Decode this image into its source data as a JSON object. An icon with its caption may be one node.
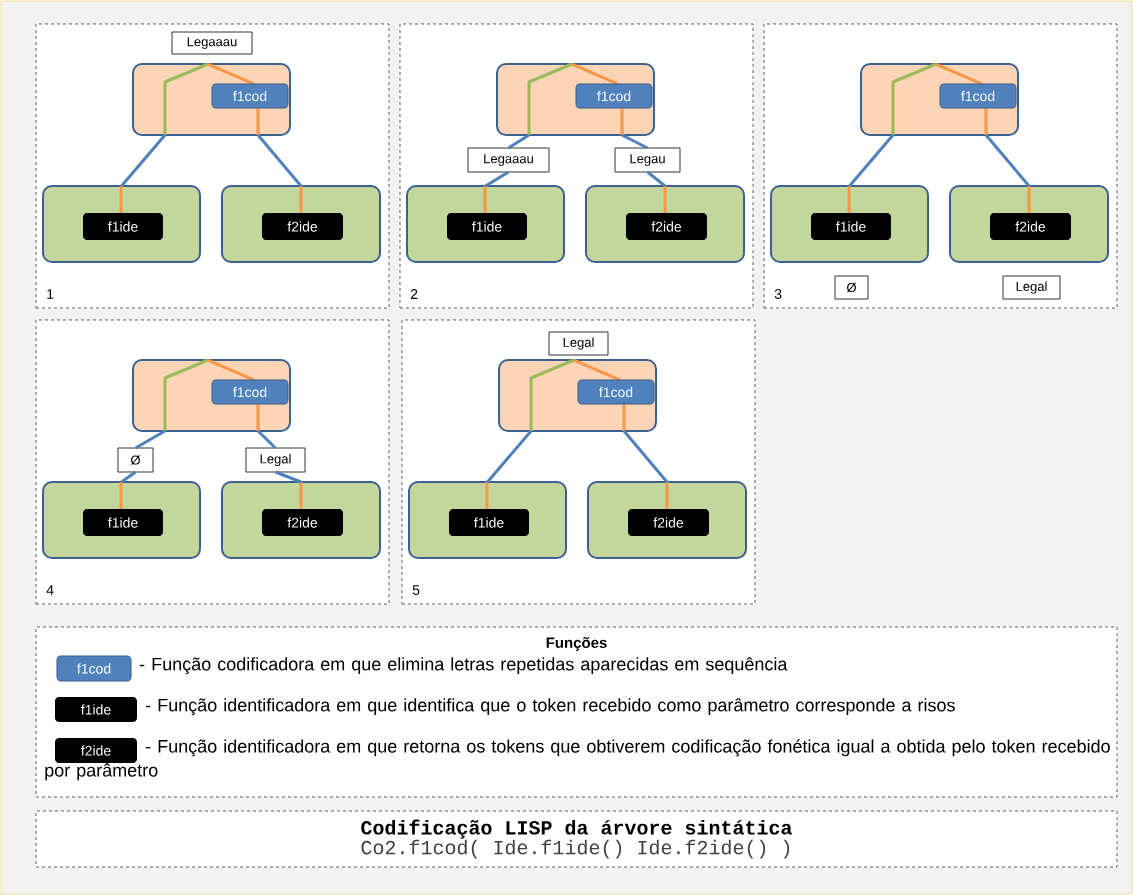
{
  "diagram": {
    "nodes": [
      {
        "text": [
          "1"
        ]
      },
      {
        "text": [
          "Legaaau"
        ],
        "in": 0
      },
      {
        "text": [],
        "shape": "box",
        "in": 0
      },
      {
        "text": [
          "f1cod"
        ],
        "in": 2
      },
      {
        "text": [],
        "shape": "box",
        "in": 0
      },
      {
        "text": [
          "f1ide"
        ],
        "in": 4
      },
      {
        "text": [],
        "shape": "box",
        "in": 0
      },
      {
        "text": [
          "f2ide"
        ],
        "in": 6
      },
      {
        "text": [
          "2"
        ]
      },
      {
        "text": [],
        "shape": "box",
        "in": 8
      },
      {
        "text": [
          "f1cod"
        ],
        "in": 9
      },
      {
        "text": [
          "Legaaau"
        ],
        "in": 8
      },
      {
        "text": [
          "Legau"
        ],
        "in": 8
      },
      {
        "text": [],
        "shape": "box",
        "in": 8
      },
      {
        "text": [
          "f1ide"
        ],
        "in": 13
      },
      {
        "text": [],
        "shape": "box",
        "in": 8
      },
      {
        "text": [
          "f2ide"
        ],
        "in": 15
      },
      {
        "text": [
          "3"
        ]
      },
      {
        "text": [],
        "shape": "box",
        "in": 17
      },
      {
        "text": [
          "f1cod"
        ],
        "in": 18
      },
      {
        "text": [],
        "shape": "box",
        "in": 17
      },
      {
        "text": [
          "f1ide"
        ],
        "in": 20
      },
      {
        "text": [],
        "shape": "box",
        "in": 17
      },
      {
        "text": [
          "f2ide"
        ],
        "in": 22
      },
      {
        "text": [
          "Ø"
        ],
        "in": 17
      },
      {
        "text": [
          "Legal"
        ],
        "in": 17
      },
      {
        "text": [
          "4"
        ]
      },
      {
        "text": [],
        "shape": "box",
        "in": 26
      },
      {
        "text": [
          "f1cod"
        ],
        "in": 27
      },
      {
        "text": [
          "Ø"
        ],
        "in": 26
      },
      {
        "text": [
          "Legal"
        ],
        "in": 26
      },
      {
        "text": [],
        "shape": "box",
        "in": 26
      },
      {
        "text": [
          "f1ide"
        ],
        "in": 31
      },
      {
        "text": [],
        "shape": "box",
        "in": 26
      },
      {
        "text": [
          "f2ide"
        ],
        "in": 33
      },
      {
        "text": [
          "5"
        ]
      },
      {
        "text": [
          "Legal"
        ],
        "in": 35
      },
      {
        "text": [],
        "shape": "box",
        "in": 35
      },
      {
        "text": [
          "f1cod"
        ],
        "in": 37
      },
      {
        "text": [],
        "shape": "box",
        "in": 35
      },
      {
        "text": [
          "f1ide"
        ],
        "in": 39
      },
      {
        "text": [],
        "shape": "box",
        "in": 35
      },
      {
        "text": [
          "f2ide"
        ],
        "in": 41
      },
      {
        "text": [
          "Funções"
        ]
      },
      {
        "text": [
          "f1cod"
        ],
        "in": 43,
        "beside": [
          "- Função codificadora em que elimina letras repetidas aparecidas em sequência"
        ]
      },
      {
        "text": [
          "f1ide"
        ],
        "in": 43,
        "beside": [
          "- Função identificadora em que identifica que o token recebido como parâmetro corresponde a risos"
        ]
      },
      {
        "text": [
          "f2ide"
        ],
        "in": 43,
        "beside": [
          "- Função identificadora em que retorna os tokens que obtiverem codificação fonética igual a obtida pelo token recebido por parâmetro"
        ]
      },
      {
        "text": [
          "Codificação LISP da árvore sintática",
          "Co2.f1cod( Ide.f1ide() Ide.f2ide() )"
        ]
      }
    ],
    "edges": [
      {
        "from": 2,
        "to": 4,
        "arrow": "none"
      },
      {
        "from": 2,
        "to": 6,
        "arrow": "none"
      },
      {
        "from": 9,
        "to": 11,
        "arrow": "none"
      },
      {
        "from": 11,
        "to": 13,
        "arrow": "none"
      },
      {
        "from": 9,
        "to": 12,
        "arrow": "none"
      },
      {
        "from": 12,
        "to": 15,
        "arrow": "none"
      },
      {
        "from": 18,
        "to": 20,
        "arrow": "none"
      },
      {
        "from": 18,
        "to": 22,
        "arrow": "none"
      },
      {
        "from": 27,
        "to": 29,
        "arrow": "none"
      },
      {
        "from": 29,
        "to": 31,
        "arrow": "none"
      },
      {
        "from": 27,
        "to": 30,
        "arrow": "none"
      },
      {
        "from": 30,
        "to": 33,
        "arrow": "none"
      },
      {
        "from": 37,
        "to": 39,
        "arrow": "none"
      },
      {
        "from": 37,
        "to": 41,
        "arrow": "none"
      }
    ]
  }
}
